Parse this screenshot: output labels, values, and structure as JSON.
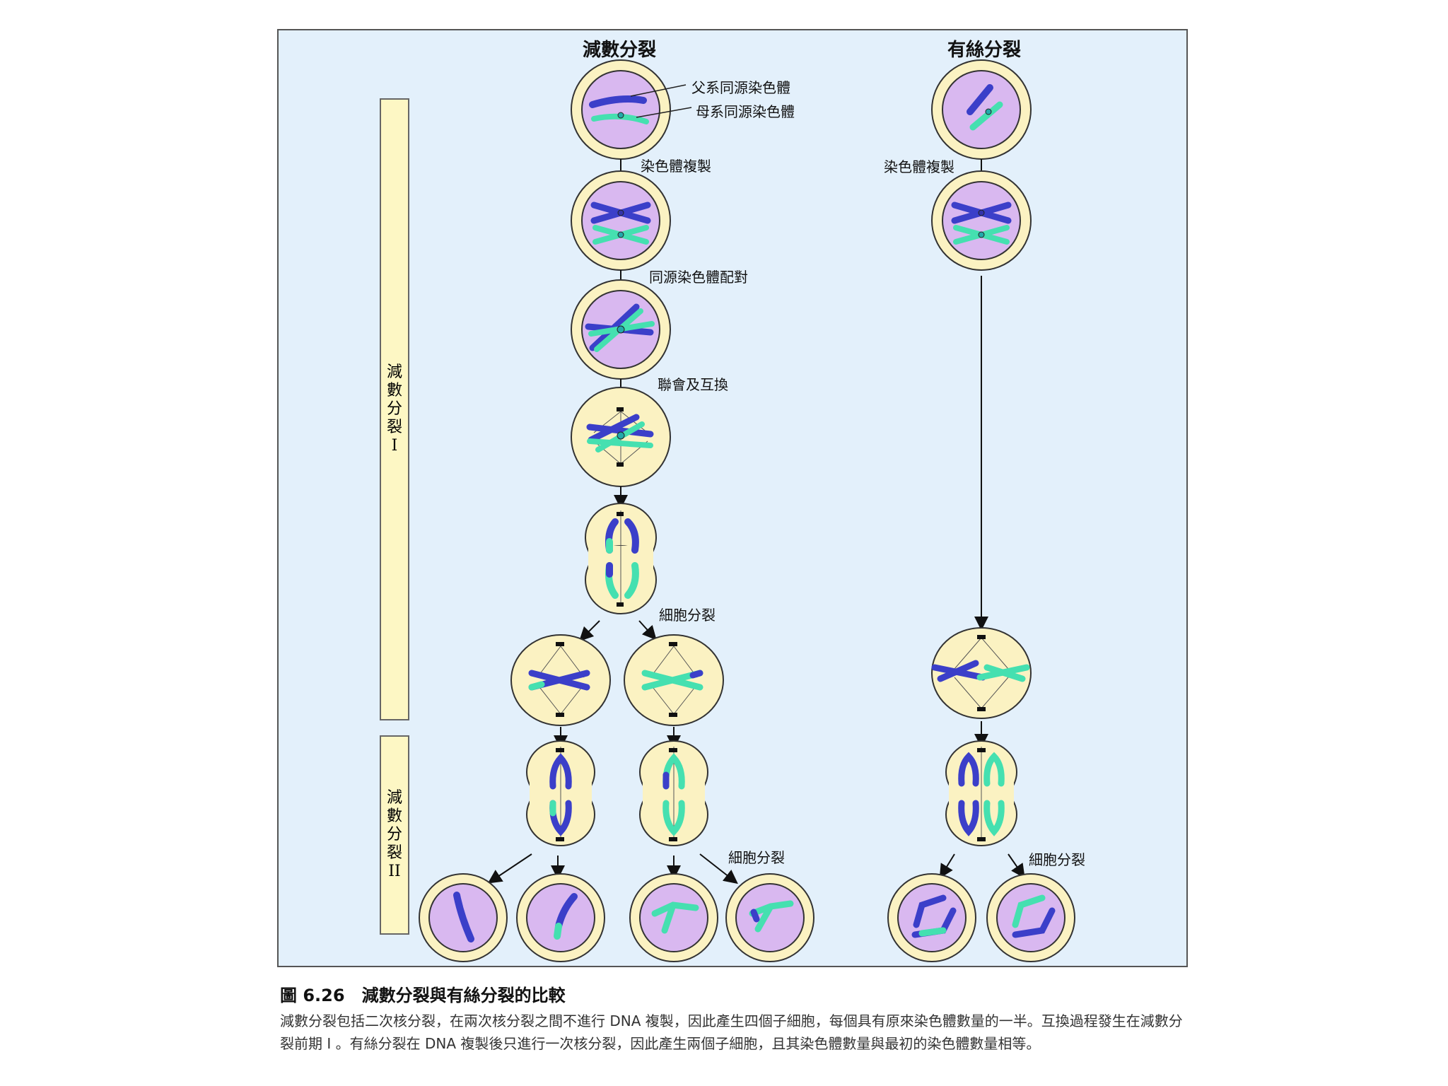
{
  "titles": {
    "meiosis": "減數分裂",
    "mitosis": "有絲分裂"
  },
  "labels": {
    "paternal": "父系同源染色體",
    "maternal": "母系同源染色體",
    "replication_meiosis": "染色體複製",
    "pairing": "同源染色體配對",
    "synapsis": "聯會及互換",
    "division1": "細胞分裂",
    "division2": "細胞分裂",
    "replication_mitosis": "染色體複製",
    "division_mitosis": "細胞分裂"
  },
  "sidebars": {
    "meiosis1": [
      "減",
      "數",
      "分",
      "裂",
      "I"
    ],
    "meiosis2": [
      "減",
      "數",
      "分",
      "裂",
      "II"
    ]
  },
  "caption": {
    "title": "圖 6.26　減數分裂與有絲分裂的比較",
    "body": "減數分裂包括二次核分裂，在兩次核分裂之間不進行 DNA 複製，因此產生四個子細胞，每個具有原來染色體數量的一半。互換過程發生在減數分裂前期 I 。有絲分裂在 DNA 複製後只進行一次核分裂，因此產生兩個子細胞，且其染色體數量與最初的染色體數量相等。"
  },
  "colors": {
    "panel_bg": "#e3f0fb",
    "cell_outer": "#fbf2c2",
    "nucleus": "#d9b8f0",
    "paternal": "#3b3fc9",
    "maternal": "#45e0b0"
  }
}
